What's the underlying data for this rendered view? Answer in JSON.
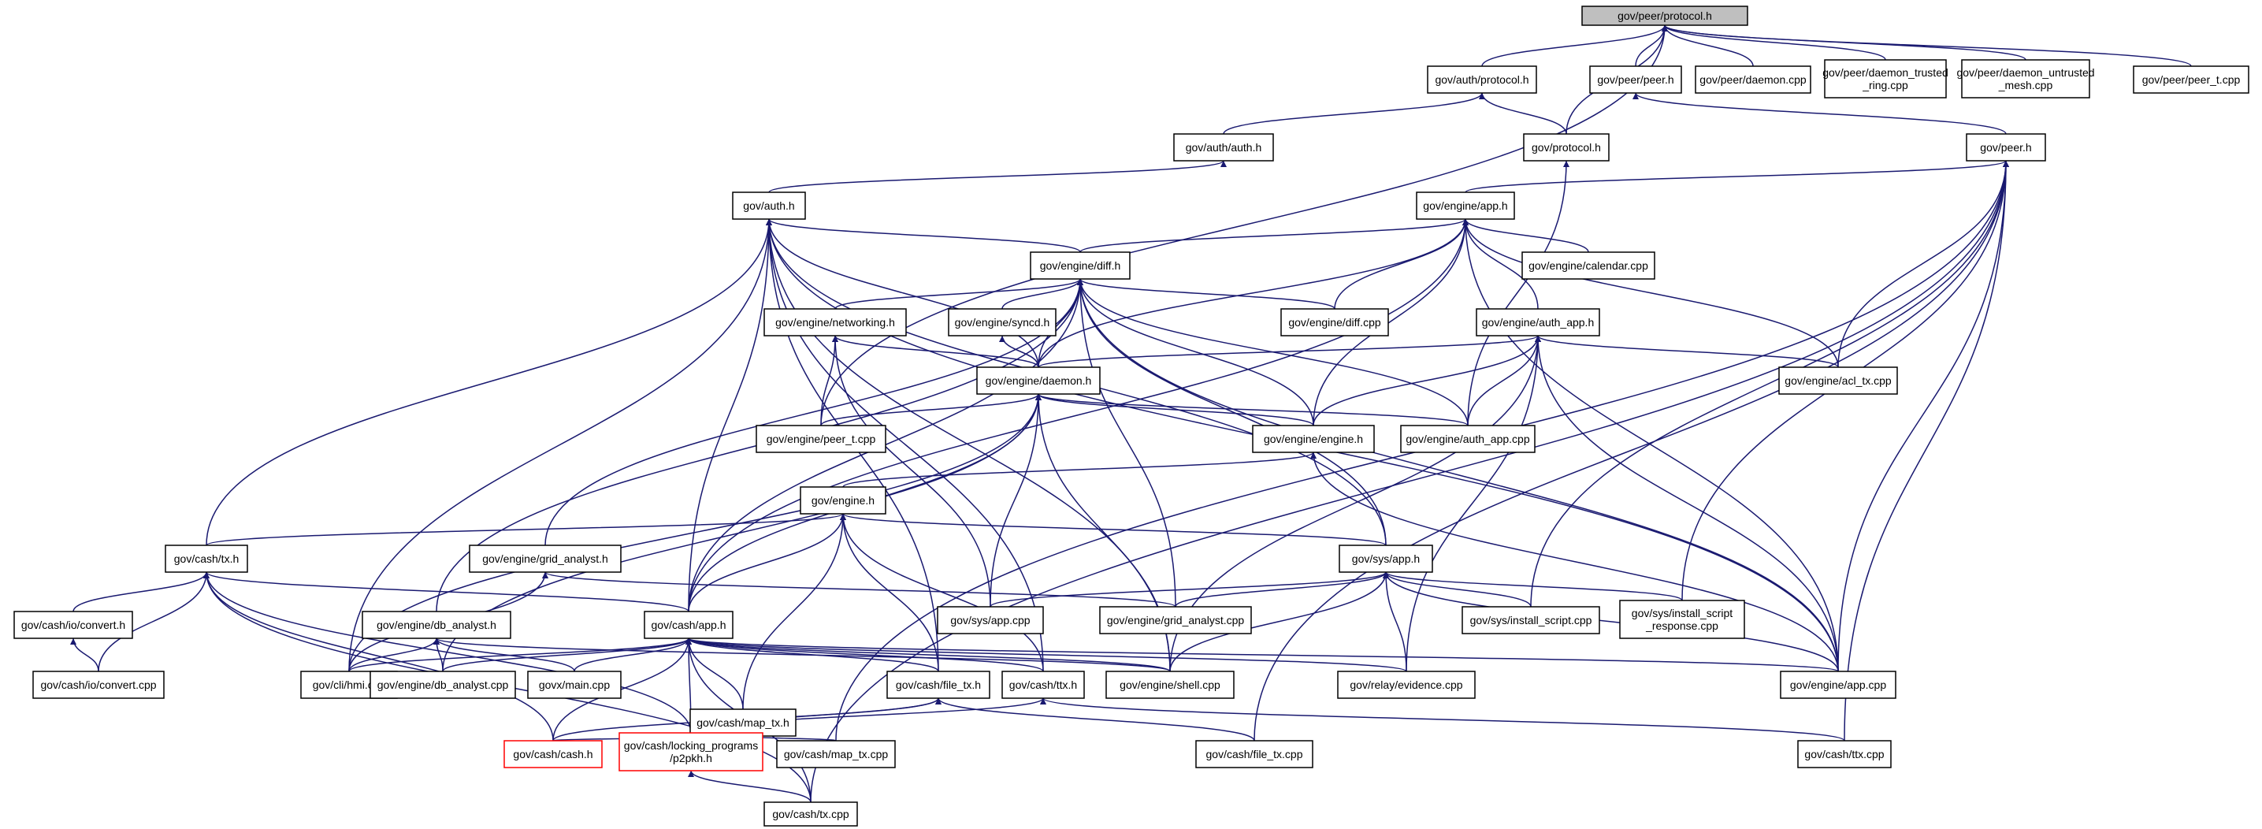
{
  "graph": {
    "type": "include-dependency-graph",
    "colors": {
      "edge": "#191970",
      "root_fill": "#bfbfbf",
      "incomplete_border": "#ff0000"
    },
    "nodes": [
      {
        "id": "peer_protocol_h",
        "lines": [
          "gov/peer/protocol.h"
        ],
        "style": "root"
      },
      {
        "id": "auth_protocol_h",
        "lines": [
          "gov/auth/protocol.h"
        ]
      },
      {
        "id": "peer_peer_h",
        "lines": [
          "gov/peer/peer.h"
        ]
      },
      {
        "id": "peer_daemon_cpp",
        "lines": [
          "gov/peer/daemon.cpp"
        ]
      },
      {
        "id": "peer_daemon_trusted",
        "lines": [
          "gov/peer/daemon_trusted",
          "_ring.cpp"
        ]
      },
      {
        "id": "peer_daemon_untrusted",
        "lines": [
          "gov/peer/daemon_untrusted",
          "_mesh.cpp"
        ]
      },
      {
        "id": "peer_peer_t_cpp",
        "lines": [
          "gov/peer/peer_t.cpp"
        ]
      },
      {
        "id": "auth_auth_h",
        "lines": [
          "gov/auth/auth.h"
        ]
      },
      {
        "id": "protocol_h",
        "lines": [
          "gov/protocol.h"
        ]
      },
      {
        "id": "peer_h",
        "lines": [
          "gov/peer.h"
        ]
      },
      {
        "id": "auth_h",
        "lines": [
          "gov/auth.h"
        ]
      },
      {
        "id": "engine_app_h",
        "lines": [
          "gov/engine/app.h"
        ]
      },
      {
        "id": "engine_diff_h",
        "lines": [
          "gov/engine/diff.h"
        ]
      },
      {
        "id": "engine_calendar_cpp",
        "lines": [
          "gov/engine/calendar.cpp"
        ]
      },
      {
        "id": "engine_networking_h",
        "lines": [
          "gov/engine/networking.h"
        ]
      },
      {
        "id": "engine_syncd_h",
        "lines": [
          "gov/engine/syncd.h"
        ]
      },
      {
        "id": "engine_diff_cpp",
        "lines": [
          "gov/engine/diff.cpp"
        ]
      },
      {
        "id": "engine_auth_app_h",
        "lines": [
          "gov/engine/auth_app.h"
        ]
      },
      {
        "id": "engine_acl_tx_cpp",
        "lines": [
          "gov/engine/acl_tx.cpp"
        ]
      },
      {
        "id": "engine_daemon_h",
        "lines": [
          "gov/engine/daemon.h"
        ]
      },
      {
        "id": "engine_peer_t_cpp",
        "lines": [
          "gov/engine/peer_t.cpp"
        ]
      },
      {
        "id": "engine_engine_h",
        "lines": [
          "gov/engine/engine.h"
        ]
      },
      {
        "id": "engine_auth_app_cpp",
        "lines": [
          "gov/engine/auth_app.cpp"
        ]
      },
      {
        "id": "engine_h",
        "lines": [
          "gov/engine.h"
        ]
      },
      {
        "id": "cash_tx_h",
        "lines": [
          "gov/cash/tx.h"
        ]
      },
      {
        "id": "engine_grid_analyst_h",
        "lines": [
          "gov/engine/grid_analyst.h"
        ]
      },
      {
        "id": "sys_app_h",
        "lines": [
          "gov/sys/app.h"
        ]
      },
      {
        "id": "cashio_convert_h",
        "lines": [
          "gov/cash/io/convert.h"
        ]
      },
      {
        "id": "engine_db_analyst_h",
        "lines": [
          "gov/engine/db_analyst.h"
        ]
      },
      {
        "id": "cash_app_h",
        "lines": [
          "gov/cash/app.h"
        ]
      },
      {
        "id": "sys_app_cpp",
        "lines": [
          "gov/sys/app.cpp"
        ]
      },
      {
        "id": "engine_grid_analyst_cpp",
        "lines": [
          "gov/engine/grid_analyst.cpp"
        ]
      },
      {
        "id": "sys_install_script_cpp",
        "lines": [
          "gov/sys/install_script.cpp"
        ]
      },
      {
        "id": "sys_install_script_response_cpp",
        "lines": [
          "gov/sys/install_script",
          "_response.cpp"
        ]
      },
      {
        "id": "cashio_convert_cpp",
        "lines": [
          "gov/cash/io/convert.cpp"
        ]
      },
      {
        "id": "cli_hmi_cpp",
        "lines": [
          "gov/cli/hmi.cpp"
        ]
      },
      {
        "id": "engine_db_analyst_cpp",
        "lines": [
          "gov/engine/db_analyst.cpp"
        ]
      },
      {
        "id": "govx_main_cpp",
        "lines": [
          "govx/main.cpp"
        ]
      },
      {
        "id": "cash_map_tx_h",
        "lines": [
          "gov/cash/map_tx.h"
        ]
      },
      {
        "id": "cash_file_tx_h",
        "lines": [
          "gov/cash/file_tx.h"
        ]
      },
      {
        "id": "cash_ttx_h",
        "lines": [
          "gov/cash/ttx.h"
        ]
      },
      {
        "id": "engine_shell_cpp",
        "lines": [
          "gov/engine/shell.cpp"
        ]
      },
      {
        "id": "relay_evidence_cpp",
        "lines": [
          "gov/relay/evidence.cpp"
        ]
      },
      {
        "id": "engine_app_cpp",
        "lines": [
          "gov/engine/app.cpp"
        ]
      },
      {
        "id": "cash_cash_h",
        "lines": [
          "gov/cash/cash.h"
        ],
        "style": "red"
      },
      {
        "id": "cash_locking_programs",
        "lines": [
          "gov/cash/locking_programs",
          "/p2pkh.h"
        ],
        "style": "red"
      },
      {
        "id": "cash_map_tx_cpp",
        "lines": [
          "gov/cash/map_tx.cpp"
        ]
      },
      {
        "id": "cash_file_tx_cpp",
        "lines": [
          "gov/cash/file_tx.cpp"
        ]
      },
      {
        "id": "cash_ttx_cpp",
        "lines": [
          "gov/cash/ttx.cpp"
        ]
      },
      {
        "id": "cash_tx_cpp",
        "lines": [
          "gov/cash/tx.cpp"
        ]
      }
    ],
    "edges": [
      [
        "auth_protocol_h",
        "peer_protocol_h"
      ],
      [
        "peer_peer_h",
        "peer_protocol_h"
      ],
      [
        "peer_daemon_cpp",
        "peer_protocol_h"
      ],
      [
        "peer_daemon_trusted",
        "peer_protocol_h"
      ],
      [
        "peer_daemon_untrusted",
        "peer_protocol_h"
      ],
      [
        "peer_peer_t_cpp",
        "peer_protocol_h"
      ],
      [
        "protocol_h",
        "peer_protocol_h"
      ],
      [
        "engine_peer_t_cpp",
        "peer_protocol_h"
      ],
      [
        "auth_auth_h",
        "auth_protocol_h"
      ],
      [
        "protocol_h",
        "auth_protocol_h"
      ],
      [
        "peer_h",
        "peer_peer_h"
      ],
      [
        "auth_h",
        "auth_auth_h"
      ],
      [
        "engine_auth_app_cpp",
        "protocol_h"
      ],
      [
        "engine_app_h",
        "peer_h"
      ],
      [
        "engine_acl_tx_cpp",
        "peer_h"
      ],
      [
        "sys_install_script_cpp",
        "peer_h"
      ],
      [
        "sys_install_script_response_cpp",
        "peer_h"
      ],
      [
        "engine_app_cpp",
        "peer_h"
      ],
      [
        "cash_map_tx_cpp",
        "peer_h"
      ],
      [
        "cash_file_tx_cpp",
        "peer_h"
      ],
      [
        "cash_ttx_cpp",
        "peer_h"
      ],
      [
        "cash_tx_cpp",
        "peer_h"
      ],
      [
        "engine_diff_h",
        "auth_h"
      ],
      [
        "engine_daemon_h",
        "auth_h"
      ],
      [
        "cash_tx_h",
        "auth_h"
      ],
      [
        "cash_app_h",
        "auth_h"
      ],
      [
        "cli_hmi_cpp",
        "auth_h"
      ],
      [
        "cash_file_tx_h",
        "auth_h"
      ],
      [
        "cash_ttx_h",
        "auth_h"
      ],
      [
        "engine_shell_cpp",
        "auth_h"
      ],
      [
        "engine_app_cpp",
        "auth_h"
      ],
      [
        "sys_app_h",
        "auth_h"
      ],
      [
        "engine_diff_h",
        "engine_app_h"
      ],
      [
        "engine_calendar_cpp",
        "engine_app_h"
      ],
      [
        "engine_diff_cpp",
        "engine_app_h"
      ],
      [
        "engine_auth_app_h",
        "engine_app_h"
      ],
      [
        "engine_acl_tx_cpp",
        "engine_app_h"
      ],
      [
        "engine_daemon_h",
        "engine_app_h"
      ],
      [
        "engine_engine_h",
        "engine_app_h"
      ],
      [
        "cash_app_h",
        "engine_app_h"
      ],
      [
        "engine_app_cpp",
        "engine_app_h"
      ],
      [
        "engine_networking_h",
        "engine_diff_h"
      ],
      [
        "engine_syncd_h",
        "engine_diff_h"
      ],
      [
        "engine_diff_cpp",
        "engine_diff_h"
      ],
      [
        "engine_daemon_h",
        "engine_diff_h"
      ],
      [
        "engine_engine_h",
        "engine_diff_h"
      ],
      [
        "engine_grid_analyst_h",
        "engine_diff_h"
      ],
      [
        "engine_db_analyst_h",
        "engine_diff_h"
      ],
      [
        "cash_app_h",
        "engine_diff_h"
      ],
      [
        "engine_grid_analyst_cpp",
        "engine_diff_h"
      ],
      [
        "sys_app_h",
        "engine_diff_h"
      ],
      [
        "engine_auth_app_cpp",
        "engine_diff_h"
      ],
      [
        "engine_app_cpp",
        "engine_diff_h"
      ],
      [
        "engine_daemon_h",
        "engine_networking_h"
      ],
      [
        "engine_peer_t_cpp",
        "engine_networking_h"
      ],
      [
        "sys_app_cpp",
        "engine_networking_h"
      ],
      [
        "engine_daemon_h",
        "engine_syncd_h"
      ],
      [
        "engine_daemon_h",
        "engine_auth_app_h"
      ],
      [
        "engine_engine_h",
        "engine_auth_app_h"
      ],
      [
        "engine_auth_app_cpp",
        "engine_auth_app_h"
      ],
      [
        "engine_acl_tx_cpp",
        "engine_auth_app_h"
      ],
      [
        "engine_shell_cpp",
        "engine_auth_app_h"
      ],
      [
        "relay_evidence_cpp",
        "engine_auth_app_h"
      ],
      [
        "engine_app_cpp",
        "engine_auth_app_h"
      ],
      [
        "engine_peer_t_cpp",
        "engine_daemon_h"
      ],
      [
        "engine_engine_h",
        "engine_daemon_h"
      ],
      [
        "engine_auth_app_cpp",
        "engine_daemon_h"
      ],
      [
        "cli_hmi_cpp",
        "engine_daemon_h"
      ],
      [
        "engine_db_analyst_cpp",
        "engine_daemon_h"
      ],
      [
        "sys_app_cpp",
        "engine_daemon_h"
      ],
      [
        "engine_shell_cpp",
        "engine_daemon_h"
      ],
      [
        "cash_app_h",
        "engine_daemon_h"
      ],
      [
        "engine_h",
        "engine_engine_h"
      ],
      [
        "engine_app_cpp",
        "engine_engine_h"
      ],
      [
        "cash_tx_h",
        "engine_h"
      ],
      [
        "sys_app_h",
        "engine_h"
      ],
      [
        "cash_app_h",
        "engine_h"
      ],
      [
        "cash_map_tx_h",
        "engine_h"
      ],
      [
        "cash_file_tx_h",
        "engine_h"
      ],
      [
        "cash_ttx_h",
        "engine_h"
      ],
      [
        "cashio_convert_h",
        "cash_tx_h"
      ],
      [
        "cashio_convert_cpp",
        "cash_tx_h"
      ],
      [
        "cash_app_h",
        "cash_tx_h"
      ],
      [
        "cash_cash_h",
        "cash_tx_h"
      ],
      [
        "cash_locking_programs",
        "cash_tx_h"
      ],
      [
        "cash_tx_cpp",
        "cash_tx_h"
      ],
      [
        "cli_hmi_cpp",
        "engine_grid_analyst_h"
      ],
      [
        "engine_grid_analyst_cpp",
        "engine_grid_analyst_h"
      ],
      [
        "sys_app_cpp",
        "sys_app_h"
      ],
      [
        "engine_grid_analyst_cpp",
        "sys_app_h"
      ],
      [
        "sys_install_script_cpp",
        "sys_app_h"
      ],
      [
        "sys_install_script_response_cpp",
        "sys_app_h"
      ],
      [
        "engine_shell_cpp",
        "sys_app_h"
      ],
      [
        "relay_evidence_cpp",
        "sys_app_h"
      ],
      [
        "engine_app_cpp",
        "sys_app_h"
      ],
      [
        "cashio_convert_cpp",
        "cashio_convert_h"
      ],
      [
        "cli_hmi_cpp",
        "engine_db_analyst_h"
      ],
      [
        "engine_db_analyst_cpp",
        "engine_db_analyst_h"
      ],
      [
        "engine_shell_cpp",
        "engine_db_analyst_h"
      ],
      [
        "govx_main_cpp",
        "engine_db_analyst_h"
      ],
      [
        "cli_hmi_cpp",
        "cash_app_h"
      ],
      [
        "engine_db_analyst_cpp",
        "cash_app_h"
      ],
      [
        "govx_main_cpp",
        "cash_app_h"
      ],
      [
        "cash_map_tx_h",
        "cash_app_h"
      ],
      [
        "cash_file_tx_h",
        "cash_app_h"
      ],
      [
        "cash_ttx_h",
        "cash_app_h"
      ],
      [
        "engine_shell_cpp",
        "cash_app_h"
      ],
      [
        "relay_evidence_cpp",
        "cash_app_h"
      ],
      [
        "engine_app_cpp",
        "cash_app_h"
      ],
      [
        "cash_cash_h",
        "cash_app_h"
      ],
      [
        "cash_locking_programs",
        "cash_app_h"
      ],
      [
        "cash_tx_cpp",
        "cash_app_h"
      ],
      [
        "cash_cash_h",
        "cash_map_tx_h"
      ],
      [
        "cash_locking_programs",
        "cash_map_tx_h"
      ],
      [
        "cash_map_tx_cpp",
        "cash_map_tx_h"
      ],
      [
        "cash_cash_h",
        "cash_file_tx_h"
      ],
      [
        "cash_locking_programs",
        "cash_file_tx_h"
      ],
      [
        "cash_file_tx_cpp",
        "cash_file_tx_h"
      ],
      [
        "cash_locking_programs",
        "cash_ttx_h"
      ],
      [
        "cash_ttx_cpp",
        "cash_ttx_h"
      ],
      [
        "cash_tx_cpp",
        "cash_locking_programs"
      ]
    ]
  }
}
